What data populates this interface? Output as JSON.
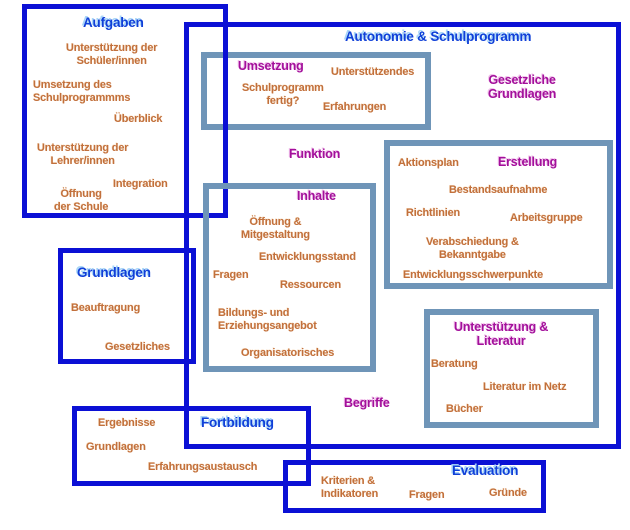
{
  "colors": {
    "dark_border": "#0b10d5",
    "steel_border": "#6f95b8",
    "blue_title": "#1040d8",
    "magenta_title": "#a3109b",
    "orange_item": "#c2703c",
    "background": "#ffffff"
  },
  "main": {
    "title": "Autonomie & Schulprogramm"
  },
  "aufgaben": {
    "title": "Aufgaben",
    "items": [
      "Unterstützung der\nSchüler/innen",
      "Umsetzung des\nSchulprogrammms",
      "Überblick",
      "Unterstützung der\nLehrer/innen",
      "Integration",
      "Öffnung\nder Schule"
    ]
  },
  "umsetzung": {
    "title": "Umsetzung",
    "items": [
      "Unterstützendes",
      "Schulprogramm\nfertig?",
      "Erfahrungen"
    ]
  },
  "gesetzliche": {
    "label": "Gesetzliche\nGrundlagen"
  },
  "funktion": {
    "label": "Funktion"
  },
  "inhalte": {
    "title": "Inhalte",
    "items": [
      "Öffnung &\nMitgestaltung",
      "Entwicklungsstand",
      "Fragen",
      "Ressourcen",
      "Bildungs- und\nErziehungsangebot",
      "Organisatorisches"
    ]
  },
  "erstellung": {
    "title": "Erstellung",
    "items": [
      "Aktionsplan",
      "Bestandsaufnahme",
      "Richtlinien",
      "Arbeitsgruppe",
      "Verabschiedung &\nBekanntgabe",
      "Entwicklungsschwerpunkte"
    ]
  },
  "grundlagen": {
    "title": "Grundlagen",
    "items": [
      "Beauftragung",
      "Gesetzliches"
    ]
  },
  "literatur": {
    "title": "Unterstützung &\nLiteratur",
    "items": [
      "Beratung",
      "Literatur im Netz",
      "Bücher"
    ]
  },
  "begriffe": {
    "label": "Begriffe"
  },
  "fortbildung": {
    "title": "Fortbildung",
    "items": [
      "Ergebnisse",
      "Grundlagen",
      "Erfahrungsaustausch"
    ]
  },
  "evaluation": {
    "title": "Evaluation",
    "items": [
      "Kriterien &\nIndikatoren",
      "Fragen",
      "Gründe"
    ]
  }
}
